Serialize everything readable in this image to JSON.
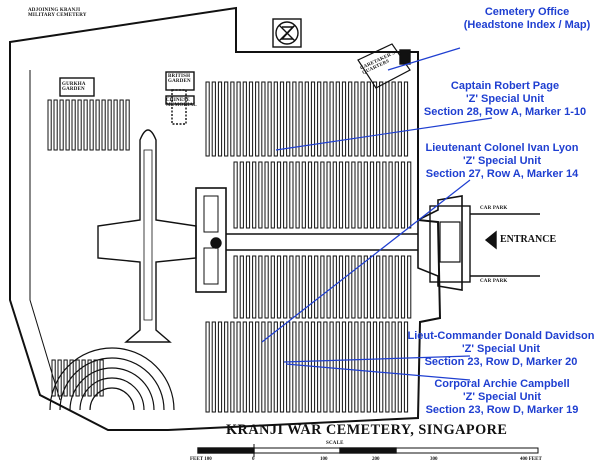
{
  "map": {
    "title": "KRANJI WAR CEMETERY, SINGAPORE",
    "scale_label": "SCALE",
    "adjoining_label": "ADJOINING KRANJI MILITARY CEMETERY",
    "entrance_label": "ENTRANCE",
    "car_park_label": "CAR PARK",
    "gurkha_garden_label": "GURKHA GARDEN",
    "british_garden_label": "BRITISH GARDEN",
    "chinese_memorial_label": "CHINESE MEMORIAL",
    "caretakers_quarters_label": "CARETAKER'S QUARTERS",
    "scale_ticks": [
      "FEET 100",
      "0",
      "100",
      "200",
      "300",
      "400 FEET"
    ],
    "line_color": "#1f3fd1",
    "ink_color": "#111111"
  },
  "annotations": [
    {
      "id": "cemetery-office",
      "lines": [
        "Cemetery Office",
        "(Headstone Index / Map)"
      ]
    },
    {
      "id": "robert-page",
      "lines": [
        "Captain Robert Page",
        "'Z' Special Unit",
        "Section 28, Row A, Marker 1-10"
      ]
    },
    {
      "id": "ivan-lyon",
      "lines": [
        "Lieutenant Colonel Ivan Lyon",
        "'Z' Special Unit",
        "Section 27, Row A, Marker 14"
      ]
    },
    {
      "id": "donald-davidson",
      "lines": [
        "Lieut-Commander Donald Davidson",
        "'Z' Special Unit",
        "Section 23, Row D, Marker 20"
      ]
    },
    {
      "id": "archie-campbell",
      "lines": [
        "Corporal Archie Campbell",
        "'Z' Special Unit",
        "Section 23, Row D, Marker 19"
      ]
    }
  ]
}
